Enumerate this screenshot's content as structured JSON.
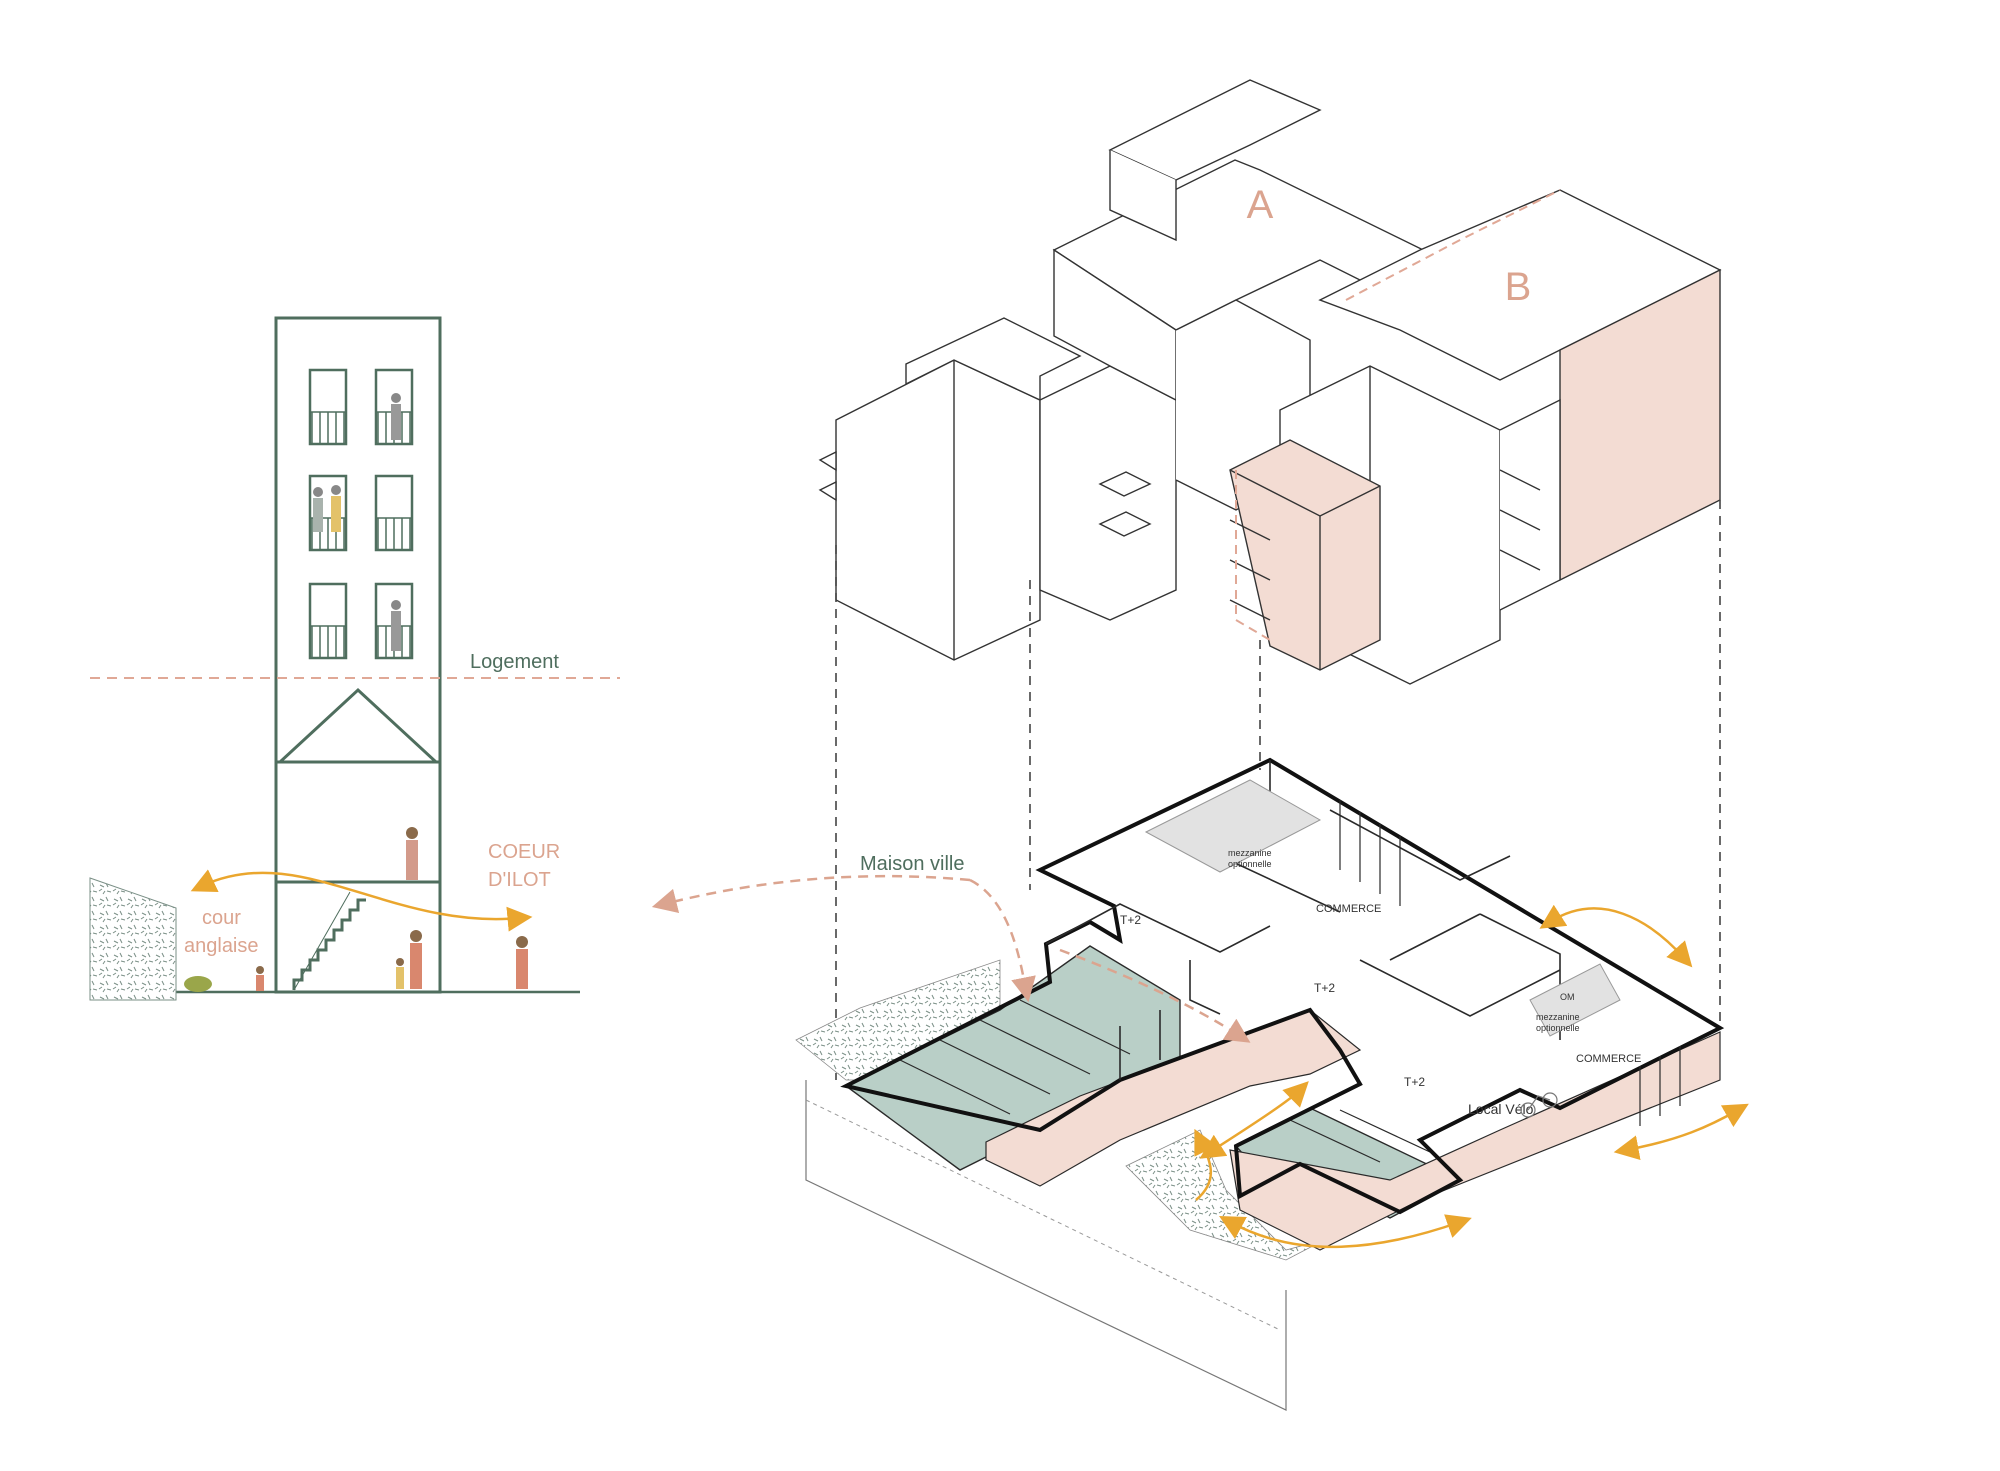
{
  "colors": {
    "green": "#4f6e5e",
    "green_fill": "#b9cfc7",
    "salmon": "#e0a896",
    "salmon_fill": "#f3dcd3",
    "text_salmon": "#dba48f",
    "ink": "#2a2a2a",
    "arrow": "#eaa62e",
    "gray": "#cfcfcf"
  },
  "section": {
    "label_logement": "Logement",
    "label_coeur": "COEUR",
    "label_dilot": "D'ILOT",
    "label_cour": "cour",
    "label_anglaise": "anglaise"
  },
  "axo": {
    "label_A": "A",
    "label_B": "B",
    "label_maison_ville": "Maison ville",
    "rooms": {
      "t2_1": "T+2",
      "t2_2": "T+2",
      "t2_3": "T+2",
      "commerce_1": "COMMERCE",
      "commerce_2": "COMMERCE",
      "mezz_1a": "mezzanine",
      "mezz_1b": "optionnelle",
      "mezz_2a": "mezzanine",
      "mezz_2b": "optionnelle",
      "om": "OM",
      "local_velo": "Local Vélo"
    }
  }
}
